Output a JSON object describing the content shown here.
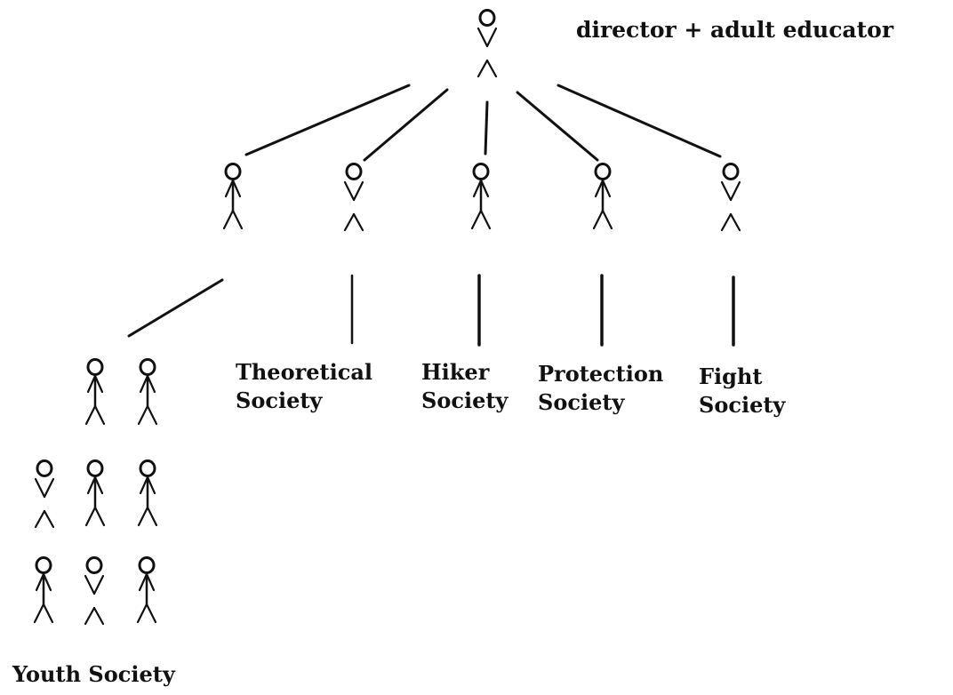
{
  "title": "director + adult educator",
  "societies": [
    {
      "id": "youth",
      "line1": "Youth Society",
      "line2": ""
    },
    {
      "id": "theoretical",
      "line1": "Theoretical",
      "line2": "Society"
    },
    {
      "id": "hiker",
      "line1": "Hiker",
      "line2": "Society"
    },
    {
      "id": "protection",
      "line1": "Protection",
      "line2": "Society"
    },
    {
      "id": "fight",
      "line1": "Fight",
      "line2": "Society"
    }
  ],
  "colors": {
    "ink": "#111111",
    "background": "#ffffff"
  }
}
